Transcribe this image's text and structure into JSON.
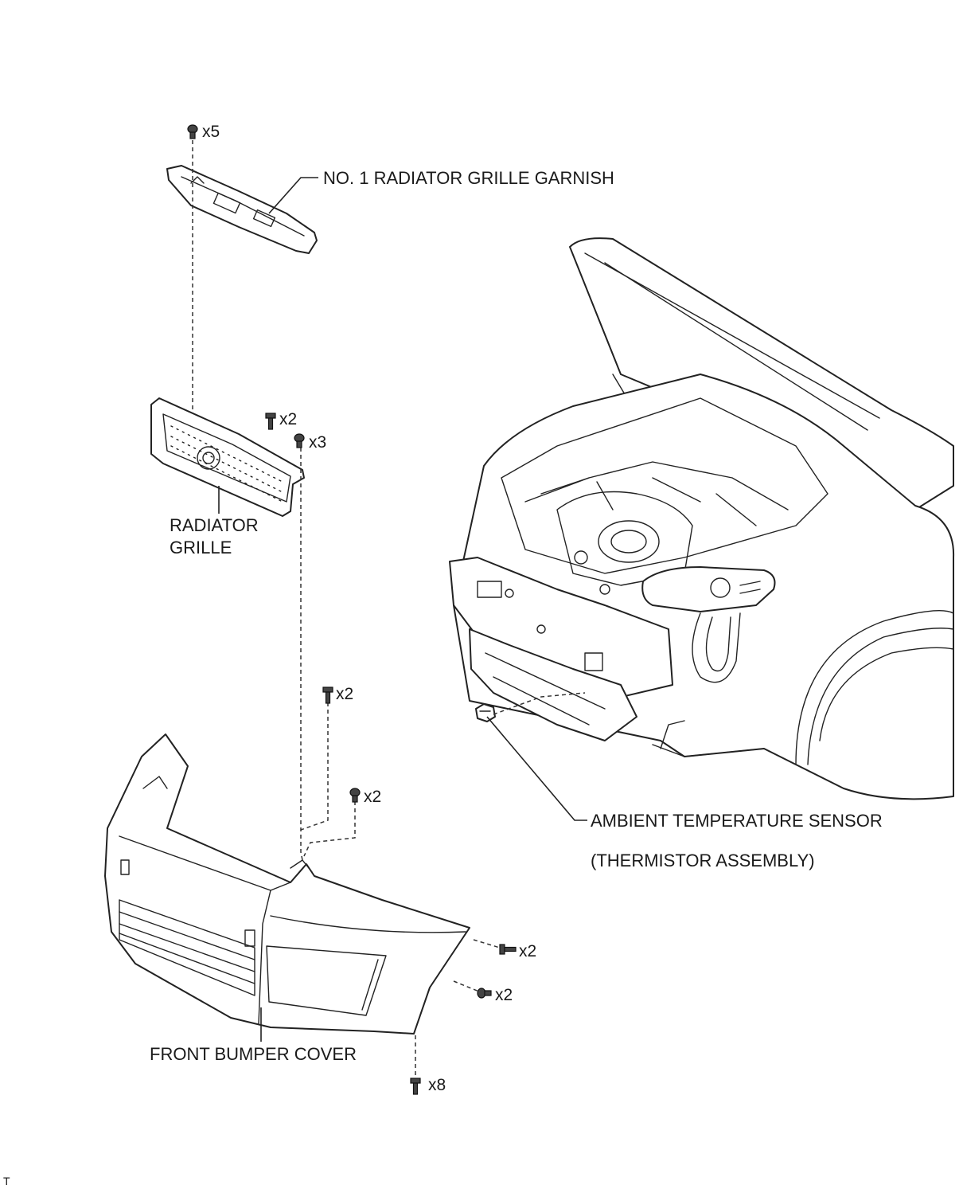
{
  "labels": {
    "garnish": "NO. 1 RADIATOR GRILLE GARNISH",
    "grille_line1": "RADIATOR",
    "grille_line2": "GRILLE",
    "bumper": "FRONT BUMPER COVER",
    "sensor_line1": "AMBIENT TEMPERATURE SENSOR",
    "sensor_line2": "(THERMISTOR ASSEMBLY)",
    "corner_mark": "T"
  },
  "fasteners": [
    {
      "id": "garnish-clips",
      "icon": "clip-icon",
      "qty": "x5"
    },
    {
      "id": "grille-screws",
      "icon": "screw-icon",
      "qty": "x2"
    },
    {
      "id": "grille-clips",
      "icon": "clip-icon",
      "qty": "x3"
    },
    {
      "id": "bumper-top-screws",
      "icon": "screw-icon",
      "qty": "x2"
    },
    {
      "id": "bumper-top-clips",
      "icon": "clip-icon",
      "qty": "x2"
    },
    {
      "id": "bumper-side-screws",
      "icon": "screw-icon",
      "qty": "x2"
    },
    {
      "id": "bumper-side-clips",
      "icon": "clip-icon",
      "qty": "x2"
    },
    {
      "id": "bumper-bottom-screws",
      "icon": "screw-icon",
      "qty": "x8"
    }
  ]
}
